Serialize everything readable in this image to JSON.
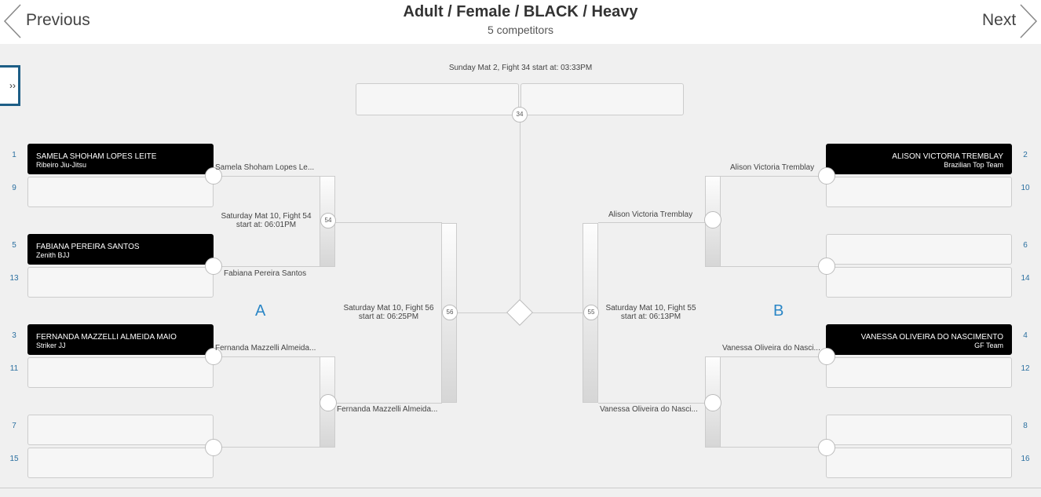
{
  "header": {
    "title": "Adult / Female / BLACK / Heavy",
    "subtitle": "5 competitors",
    "previous_label": "Previous",
    "next_label": "Next"
  },
  "sidebar": {
    "toggle_label": "››"
  },
  "groups": {
    "a": "A",
    "b": "B"
  },
  "seeds": {
    "s1": "1",
    "s9": "9",
    "s5": "5",
    "s13": "13",
    "s3": "3",
    "s11": "11",
    "s7": "7",
    "s15": "15",
    "s2": "2",
    "s10": "10",
    "s6": "6",
    "s14": "14",
    "s4": "4",
    "s12": "12",
    "s8": "8",
    "s16": "16"
  },
  "competitors": {
    "c1": {
      "name": "SAMELA SHOHAM LOPES LEITE",
      "team": "Ribeiro Jiu-Jitsu"
    },
    "c5": {
      "name": "FABIANA PEREIRA SANTOS",
      "team": "Zenith BJJ"
    },
    "c3": {
      "name": "FERNANDA MAZZELLI ALMEIDA MAIO",
      "team": "Striker JJ"
    },
    "c2": {
      "name": "ALISON VICTORIA TREMBLAY",
      "team": "Brazilian Top Team"
    },
    "c4": {
      "name": "VANESSA OLIVEIRA DO NASCIMENTO",
      "team": "GF Team"
    }
  },
  "winners": {
    "w1": "Samela Shoham Lopes Le...",
    "w5": "Fabiana Pereira Santos",
    "w3": "Fernanda Mazzelli Almeida...",
    "w3b": "Fernanda Mazzelli Almeida...",
    "w2": "Alison Victoria Tremblay",
    "w2b": "Alison Victoria Tremblay",
    "w4": "Vanessa Oliveira do Nasci...",
    "w4b": "Vanessa Oliveira do Nasci..."
  },
  "fights": {
    "f34": {
      "num": "34",
      "info": "Sunday Mat 2, Fight 34 start at: 03:33PM"
    },
    "f54": {
      "num": "54",
      "line1": "Saturday Mat 10, Fight 54",
      "line2": "start at: 06:01PM"
    },
    "f56": {
      "num": "56",
      "line1": "Saturday Mat 10, Fight 56",
      "line2": "start at: 06:25PM"
    },
    "f55": {
      "num": "55",
      "line1": "Saturday Mat 10, Fight 55",
      "line2": "start at: 06:13PM"
    }
  }
}
